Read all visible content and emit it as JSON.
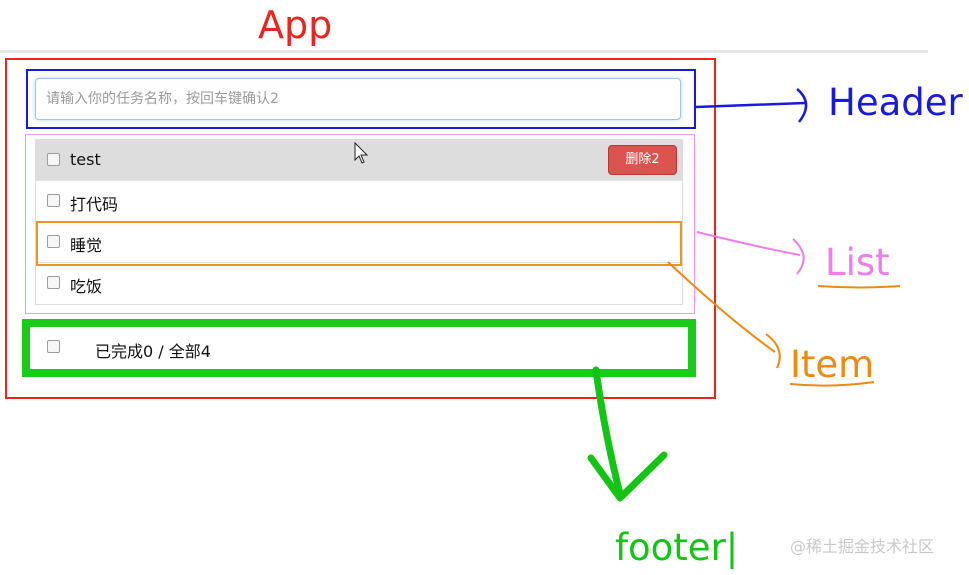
{
  "annotations": {
    "app": "App",
    "header": "Header",
    "list": "List",
    "item": "Item",
    "footer": "footer|",
    "watermark": "@稀土掘金技术社区"
  },
  "header": {
    "input_placeholder": "请输入你的任务名称，按回车键确认2"
  },
  "list": {
    "items": [
      {
        "label": "test",
        "done": false,
        "delete_label": "删除2"
      },
      {
        "label": "打代码",
        "done": false
      },
      {
        "label": "睡觉",
        "done": false
      },
      {
        "label": "吃饭",
        "done": false
      }
    ]
  },
  "footer": {
    "summary": "已完成0 / 全部4"
  },
  "colors": {
    "app": "#e8251e",
    "header": "#1a1adf",
    "list": "#ee7ee9",
    "item": "#ec8a12",
    "footer": "#14c414",
    "delete_button": "#d9534f"
  }
}
